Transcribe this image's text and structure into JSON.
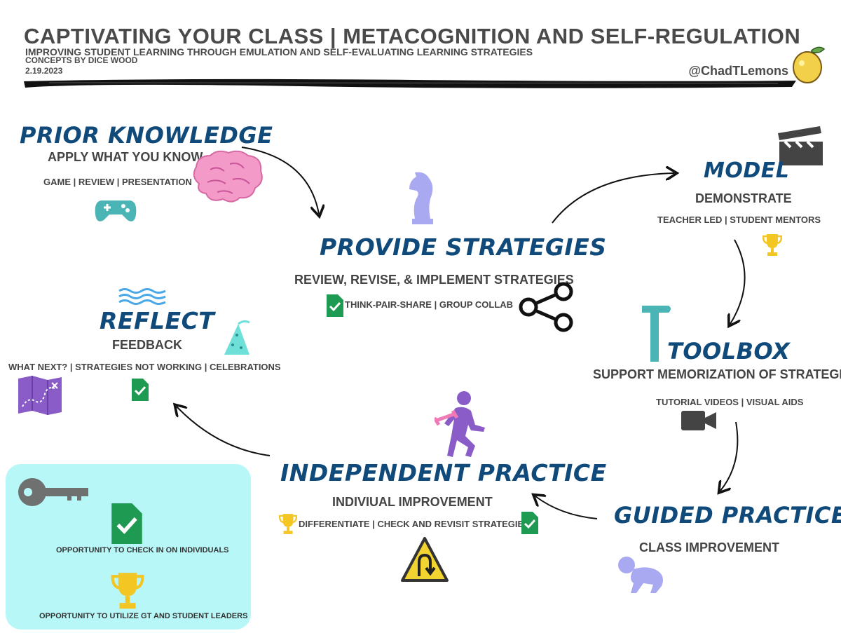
{
  "header": {
    "title": "CAPTIVATING YOUR CLASS  |  METACOGNITION AND SELF-REGULATION",
    "subtitle": "IMPROVING STUDENT LEARNING THROUGH EMULATION AND SELF-EVALUATING LEARNING STRATEGIES",
    "concepts": "CONCEPTS BY DICE WOOD",
    "date": "2.19.2023",
    "handle": "@ChadTLemons"
  },
  "nodes": {
    "prior_knowledge": {
      "title": "PRIOR KNOWLEDGE",
      "subtitle": "APPLY WHAT YOU KNOW",
      "detail": "GAME | REVIEW | PRESENTATION"
    },
    "provide_strategies": {
      "title": "PROVIDE STRATEGIES",
      "subtitle": "REVIEW, REVISE, & IMPLEMENT STRATEGIES",
      "detail": "THINK-PAIR-SHARE | GROUP COLLAB"
    },
    "model": {
      "title": "MODEL",
      "subtitle": "DEMONSTRATE",
      "detail": "TEACHER LED | STUDENT MENTORS"
    },
    "toolbox": {
      "title": "TOOLBOX",
      "subtitle": "SUPPORT MEMORIZATION OF STRATEGIES",
      "detail": "TUTORIAL VIDEOS | VISUAL AIDS"
    },
    "guided_practice": {
      "title": "GUIDED PRACTICE",
      "subtitle": "CLASS IMPROVEMENT"
    },
    "independent_practice": {
      "title": "INDEPENDENT PRACTICE",
      "subtitle": "INDIVIUAL IMPROVEMENT",
      "detail": "DIFFERENTIATE | CHECK AND REVISIT STRATEGIES"
    },
    "reflect": {
      "title": "REFLECT",
      "subtitle": "FEEDBACK",
      "detail": "WHAT NEXT? | STRATEGIES NOT WORKING | CELEBRATIONS"
    }
  },
  "legend": {
    "check_text": "OPPORTUNITY TO CHECK IN ON INDIVIDUALS",
    "trophy_text": "OPPORTUNITY TO UTILIZE GT AND STUDENT LEADERS"
  },
  "colors": {
    "title_blue": "#0f4a7a",
    "header_gray": "#4a4a4a",
    "legend_bg": "#b8f7f7",
    "check_green": "#1e9a52",
    "trophy_gold": "#f3c623",
    "brain_pink": "#f49ac8",
    "teal": "#4bb5b5",
    "purple": "#8a5cc7",
    "lavender": "#a9a9f2"
  },
  "icons": [
    "brain-icon",
    "gamepad-icon",
    "chess-knight-icon",
    "share-icon",
    "check-doc-icon",
    "clapperboard-icon",
    "trophy-icon",
    "hammer-icon",
    "video-camera-icon",
    "baby-icon",
    "runner-icon",
    "u-turn-sign-icon",
    "waves-icon",
    "party-hat-icon",
    "map-icon",
    "key-icon",
    "lemon-icon"
  ]
}
